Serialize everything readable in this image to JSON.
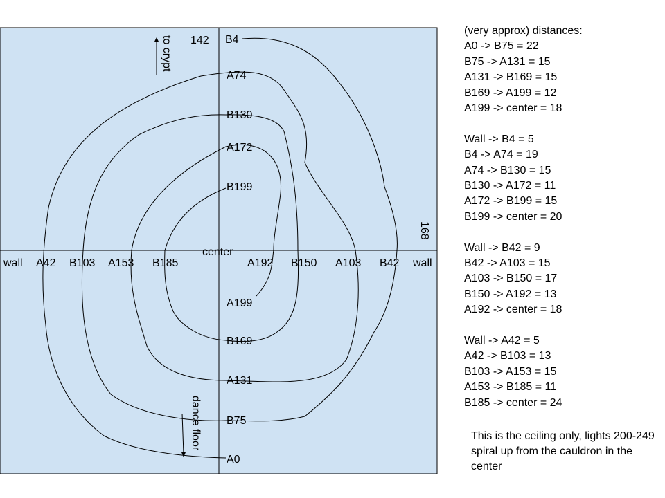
{
  "diagram": {
    "colors": {
      "panel": "#cfe2f3",
      "stroke": "#000000"
    },
    "labels": {
      "top_vertical": [
        "B4",
        "A74",
        "B130",
        "A172",
        "B199"
      ],
      "bottom_vertical": [
        "A199",
        "B169",
        "A131",
        "B75",
        "A0"
      ],
      "left_horizontal": [
        "wall",
        "A42",
        "B103",
        "A153",
        "B185"
      ],
      "right_horizontal": [
        "A192",
        "B150",
        "A103",
        "B42",
        "wall"
      ],
      "center": "center",
      "top_number": "142",
      "right_number": "168",
      "to_crypt": "to crypt",
      "dance_floor": "dance floor"
    }
  },
  "notes": {
    "groups": [
      [
        "(very approx) distances:",
        "A0 -> B75 = 22",
        "B75 -> A131 = 15",
        "A131 -> B169 = 15",
        "B169 -> A199 = 12",
        "A199 -> center = 18"
      ],
      [
        "Wall -> B4 = 5",
        "B4 -> A74 = 19",
        "A74 -> B130 = 15",
        "B130 -> A172 = 11",
        "A172 -> B199 = 15",
        "B199 -> center = 20"
      ],
      [
        "Wall -> B42 = 9",
        "B42 -> A103 = 15",
        "A103 -> B150 = 17",
        "B150 -> A192 = 13",
        "A192 -> center = 18"
      ],
      [
        "Wall -> A42 = 5",
        "A42 -> B103 = 13",
        "B103 -> A153 = 15",
        "A153 -> B185 = 11",
        "B185 -> center = 24"
      ]
    ],
    "footnote": "This is the ceiling only, lights 200-249 spiral up from the cauldron in the center"
  }
}
